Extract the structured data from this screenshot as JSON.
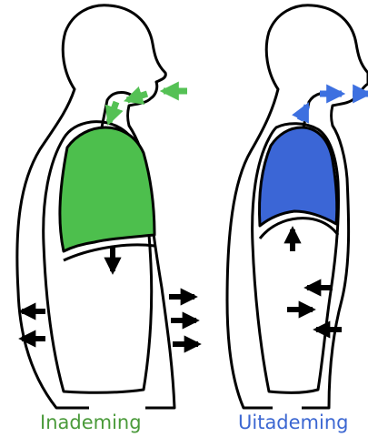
{
  "panels": [
    {
      "label": "Inademing",
      "lung_color": "#4dbf4d",
      "label_color": "#4a9a3a",
      "airflow_arrow_color": "#55c155",
      "airflow_direction": "in",
      "diaphragm_arrow": "down",
      "body_wall_arrows": "outward"
    },
    {
      "label": "Uitademing",
      "lung_color": "#3b66d6",
      "label_color": "#3c67d2",
      "airflow_arrow_color": "#3d70e0",
      "airflow_direction": "out",
      "diaphragm_arrow": "up",
      "body_wall_arrows": "inward"
    }
  ],
  "colors": {
    "outline": "#000000",
    "body_fill": "#ffffff",
    "movement_arrow": "#000000"
  }
}
